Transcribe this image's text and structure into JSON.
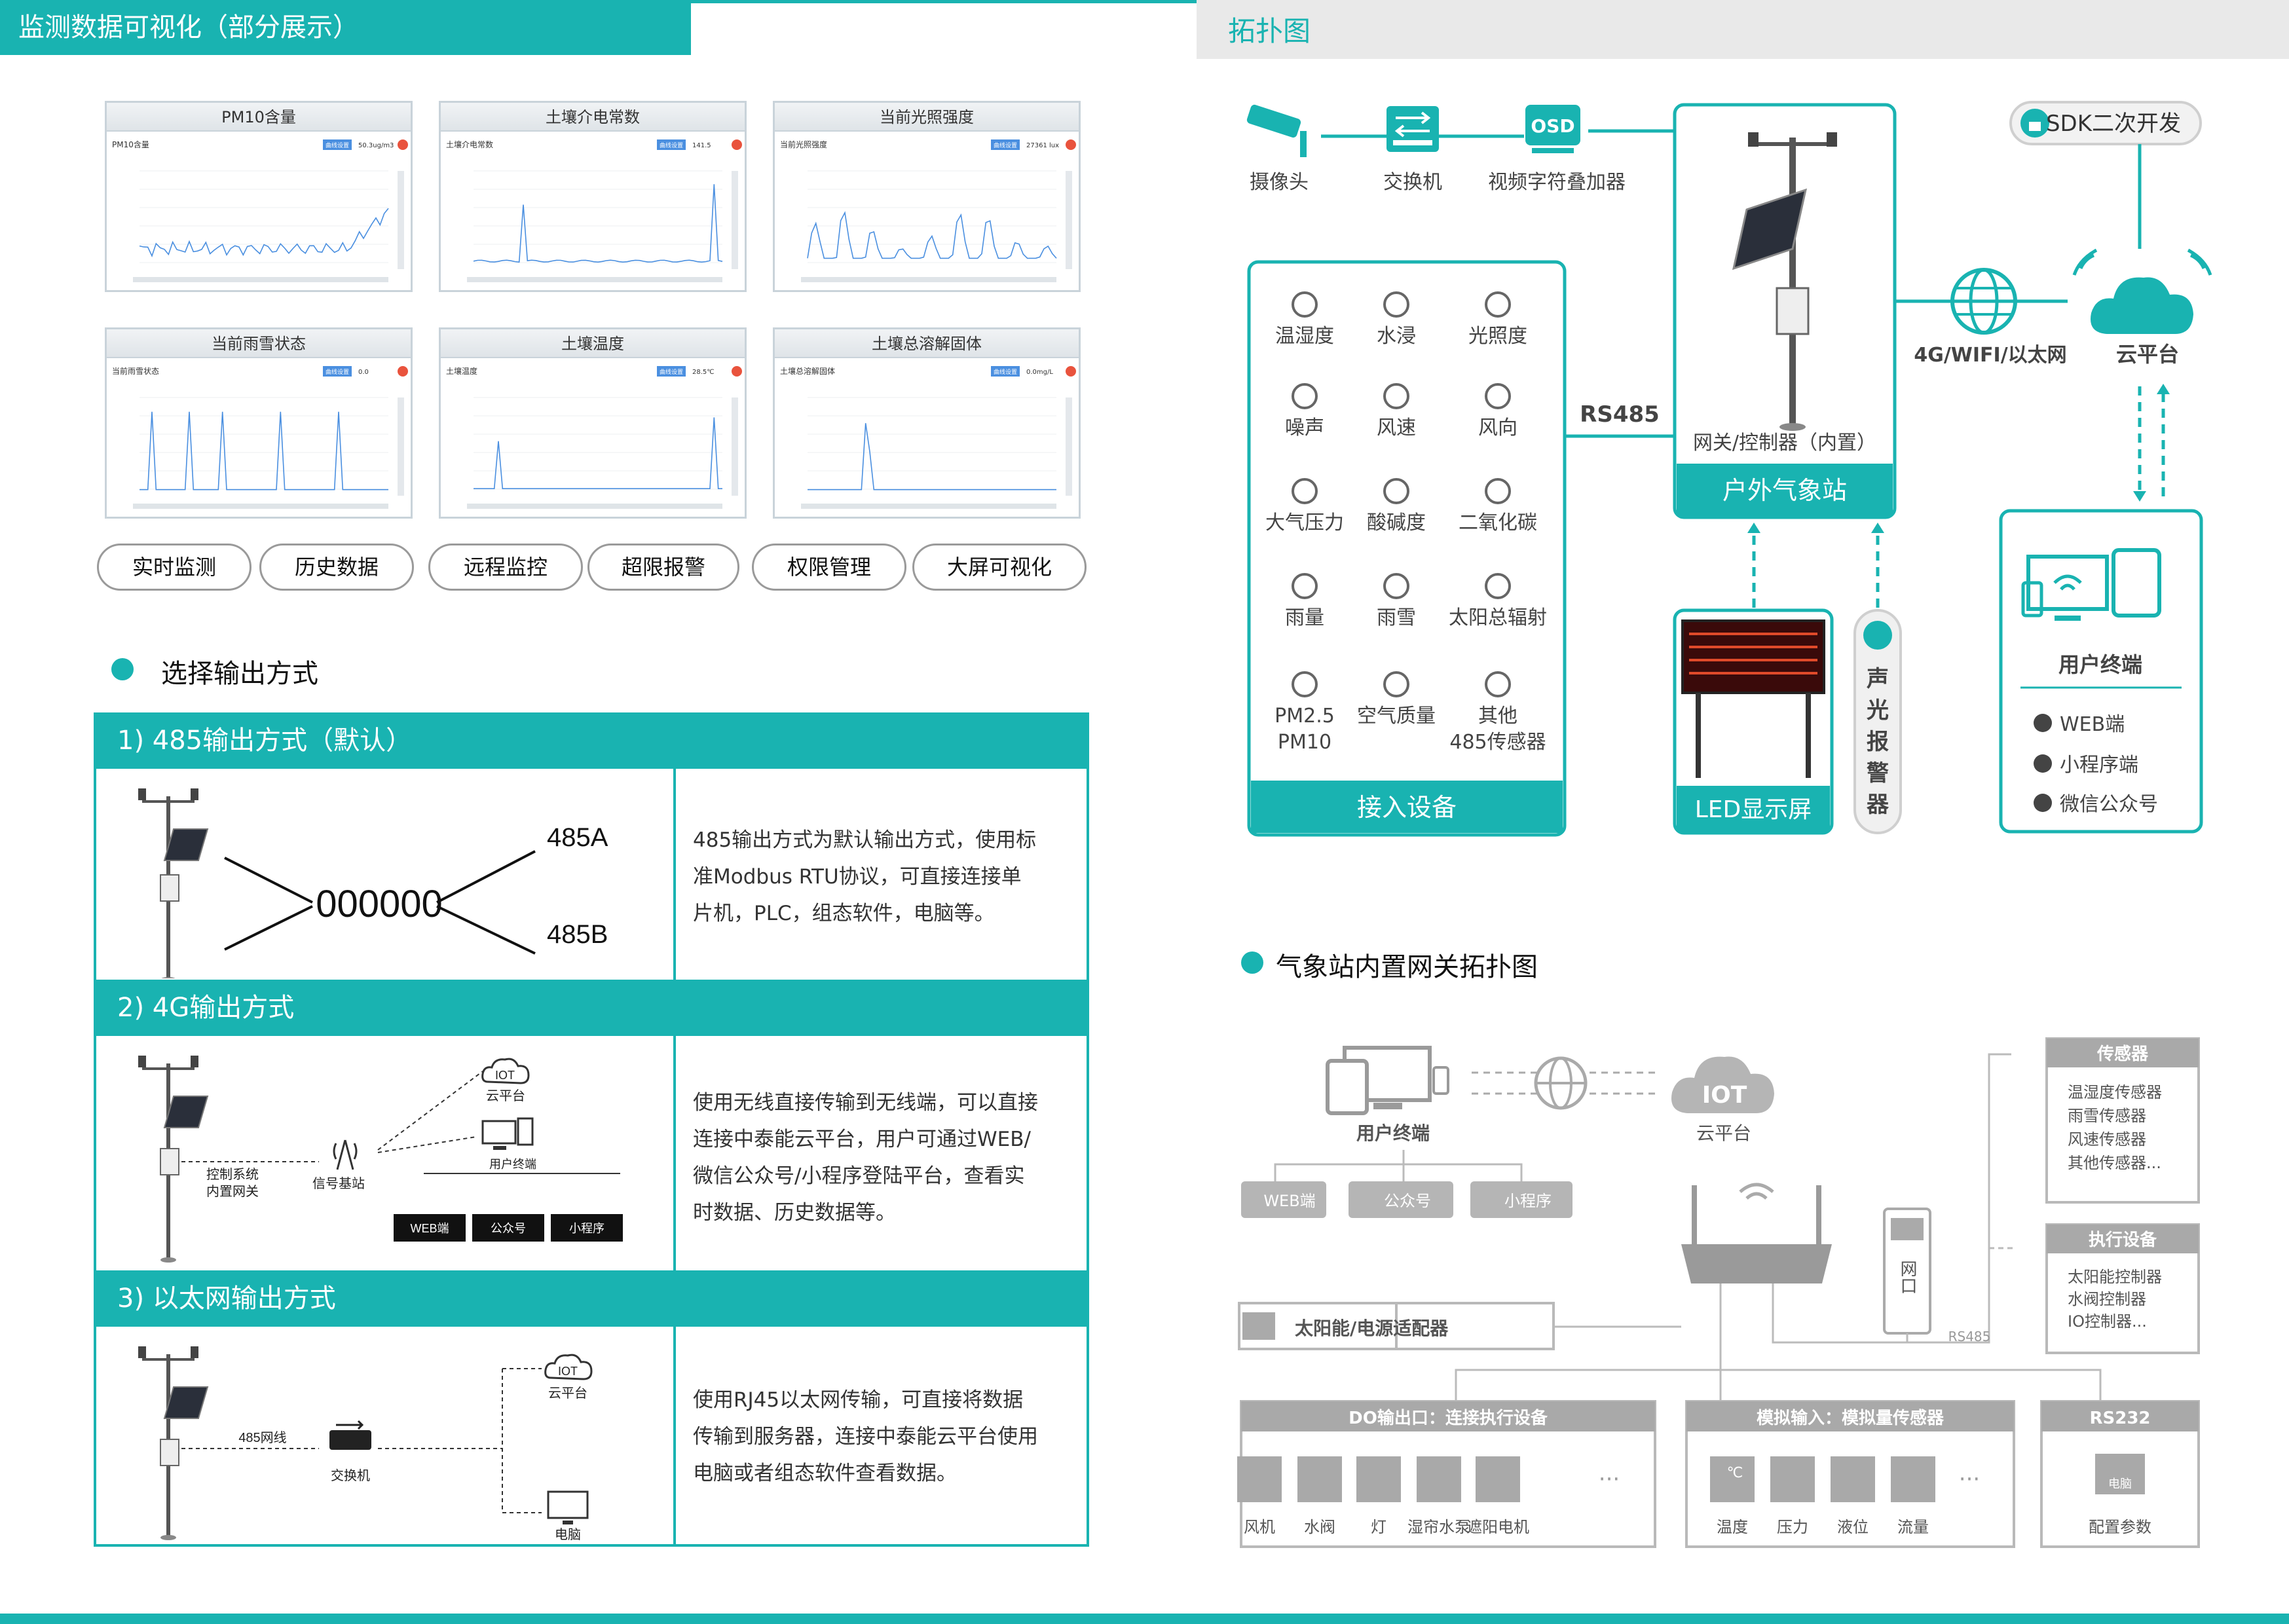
{
  "left_header": "监测数据可视化（部分展示）",
  "right_header": "拓扑图",
  "panels": [
    {
      "title": "PM10含量",
      "sub": "PM10含量",
      "btn": "曲线设置",
      "val": "50.3ug/m3"
    },
    {
      "title": "土壤介电常数",
      "sub": "土壤介电常数",
      "btn": "曲线设置",
      "val": "141.5"
    },
    {
      "title": "当前光照强度",
      "sub": "当前光照强度",
      "btn": "曲线设置",
      "val": "27361 lux"
    },
    {
      "title": "当前雨雪状态",
      "sub": "当前雨雪状态",
      "btn": "曲线设置",
      "val": "0.0"
    },
    {
      "title": "土壤温度",
      "sub": "土壤温度",
      "btn": "曲线设置",
      "val": "28.5℃"
    },
    {
      "title": "土壤总溶解固体",
      "sub": "土壤总溶解固体",
      "btn": "曲线设置",
      "val": "0.0mg/L"
    }
  ],
  "feature_pills": [
    "实时监测",
    "历史数据",
    "远程监控",
    "超限报警",
    "权限管理",
    "大屏可视化"
  ],
  "output_section_title": "选择输出方式",
  "output_modes": [
    {
      "title": "1) 485输出方式（默认）",
      "labels": {
        "a": "485A",
        "b": "485B",
        "cable": "000000"
      },
      "desc": [
        "485输出方式为默认输出方式，使用标",
        "准Modbus RTU协议，可直接连接单",
        "片机，PLC，组态软件，电脑等。"
      ]
    },
    {
      "title": "2) 4G输出方式",
      "labels": {
        "control": "控制系统",
        "gateway": "内置网关",
        "station": "信号基站",
        "iot": "IOT",
        "cloud": "云平台",
        "terminal": "用户终端",
        "web": "WEB端",
        "wechat": "公众号",
        "mini": "小程序"
      },
      "desc": [
        "使用无线直接传输到无线端，可以直接",
        "连接中泰能云平台，用户可通过WEB/",
        "微信公众号/小程序登陆平台，查看实",
        "时数据、历史数据等。"
      ]
    },
    {
      "title": "3) 以太网输出方式",
      "labels": {
        "cable": "485网线",
        "switch": "交换机",
        "iot": "IOT",
        "cloud": "云平台",
        "pc": "电脑"
      },
      "desc": [
        "使用RJ45以太网传输，可直接将数据",
        "传输到服务器，连接中泰能云平台使用",
        "电脑或者组态软件查看数据。"
      ]
    }
  ],
  "topology": {
    "top_devices": [
      "摄像头",
      "交换机",
      "视频字符叠加器"
    ],
    "osd": "OSD",
    "sdk": "SDK二次开发",
    "sensors": [
      [
        "温湿度",
        "水浸",
        "光照度"
      ],
      [
        "噪声",
        "风速",
        "风向"
      ],
      [
        "大气压力",
        "酸碱度",
        "二氧化碳"
      ],
      [
        "雨量",
        "雨雪",
        "太阳总辐射"
      ],
      [
        "PM2.5\nPM10",
        "空气质量",
        "其他\n485传感器"
      ]
    ],
    "sensor_caption": "接入设备",
    "rs485": "RS485",
    "gateway": "网关/控制器（内置）",
    "station_caption": "户外气象站",
    "network": "4G/WIFI/以太网",
    "cloud": "云平台",
    "led_caption": "LED显示屏",
    "alarm": "声光报警器",
    "terminal_title": "用户终端",
    "terminal_items": [
      "WEB端",
      "小程序端",
      "微信公众号"
    ]
  },
  "gateway_section_title": "气象站内置网关拓扑图",
  "gateway_topology": {
    "user_terminal": "用户终端",
    "iot": "IOT",
    "cloud": "云平台",
    "apps": [
      "WEB端",
      "公众号",
      "小程序"
    ],
    "power": "太阳能/电源适配器",
    "port": "网口",
    "rs485": "RS485",
    "sensors_head": "传感器",
    "sensors": [
      "温湿度传感器",
      "雨雪传感器",
      "风速传感器",
      "其他传感器..."
    ],
    "actuators_head": "执行设备",
    "actuators": [
      "太阳能控制器",
      "水阀控制器",
      "IO控制器..."
    ],
    "do_head": "DO输出口：连接执行设备",
    "do_items": [
      "风机",
      "水阀",
      "灯",
      "湿帘水泵",
      "遮阳电机"
    ],
    "ai_head": "模拟输入：模拟量传感器",
    "ai_items": [
      "温度",
      "压力",
      "液位",
      "流量"
    ],
    "rs232_head": "RS232",
    "rs232_item": "配置参数",
    "rs232_icon_text": "电脑",
    "deg": "℃"
  },
  "colors": {
    "accent": "#19b3b1",
    "grey": "#a9a9a9",
    "chart": "#4a8fe0"
  }
}
